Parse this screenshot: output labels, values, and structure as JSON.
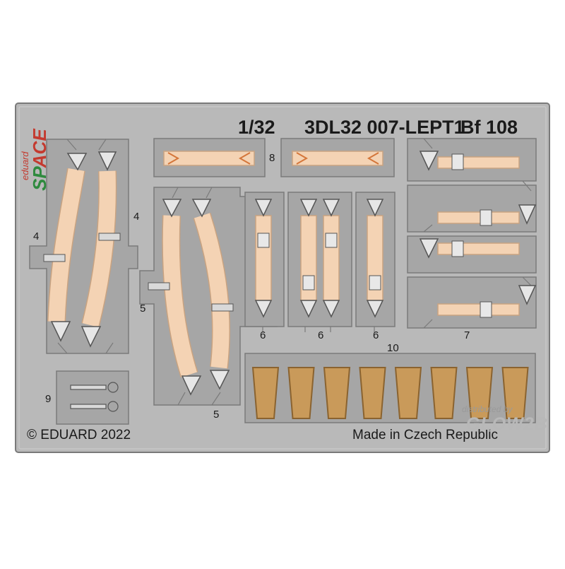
{
  "header": {
    "scale": "1/32",
    "code": "3DL32 007-LEPT1",
    "model": "Bf 108"
  },
  "brand": {
    "maker_small": "eduard",
    "series_green": "SP",
    "series_red": "ACE"
  },
  "footer": {
    "copyright": "© EDUARD 2022",
    "origin": "Made in Czech Republic"
  },
  "watermark": {
    "line1": "distributed by",
    "line2": "GLOW2B"
  },
  "part_numbers": {
    "p4_left": "4",
    "p4_right": "4",
    "p5_left": "5",
    "p5_bottom": "5",
    "p6_a": "6",
    "p6_b": "6",
    "p6_c": "6",
    "p7": "7",
    "p8": "8",
    "p9": "9",
    "p10": "10"
  },
  "colors": {
    "fret": "#b9b9b9",
    "fret_edge": "#7a7a7a",
    "panel": "#a6a6a6",
    "strap": "#f4d3b4",
    "strap_edge": "#c9a381",
    "pad": "#c99a5a",
    "pad_edge": "#8a6330",
    "metal": "#d9d9d9",
    "brand_green": "#2f8a3e",
    "brand_red": "#c43a2f"
  }
}
